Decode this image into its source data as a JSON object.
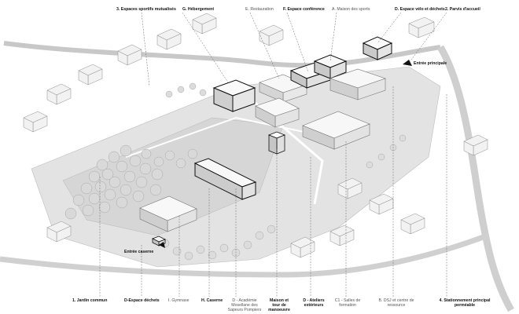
{
  "labels_top": {
    "espaces_sportifs": "3. Espaces sportifs mutualisés",
    "hebergement": "G. Hébergement",
    "restauration": "E. Restauration",
    "espace_conference": "F. Espace conférence",
    "maison_sports": "A. Maison des sports",
    "espace_velo": "D. Espace vélo et déchets",
    "parvis": "2. Parvis d'accueil"
  },
  "labels_bottom": {
    "jardin": "1. Jardin commun",
    "espace_dechets": "D-Espace déchets",
    "gymnase": "I. Gymnase",
    "caserne": "H. Caserne",
    "academie": "D - Académie Mosellane des Sapeurs Pompiers",
    "maison_tour": "Maison et tour de manoeuvre",
    "ateliers": "D - Ateliers extérieurs",
    "salles": "C1 - Salles de formation",
    "dsj": "B. DSJ et centre de ressource",
    "stationnement": "4. Stationnement principal perméable"
  },
  "labels_inline": {
    "entree_principale": "Entrée principale",
    "entree_caserne": "Entrée caserne"
  },
  "colors": {
    "ink": "#111111",
    "ground": "#e3e3e3",
    "building": "#f6f6f6",
    "building_dark": "#2a2a2a",
    "tree": "#cfcfcf",
    "leader": "#666666"
  }
}
